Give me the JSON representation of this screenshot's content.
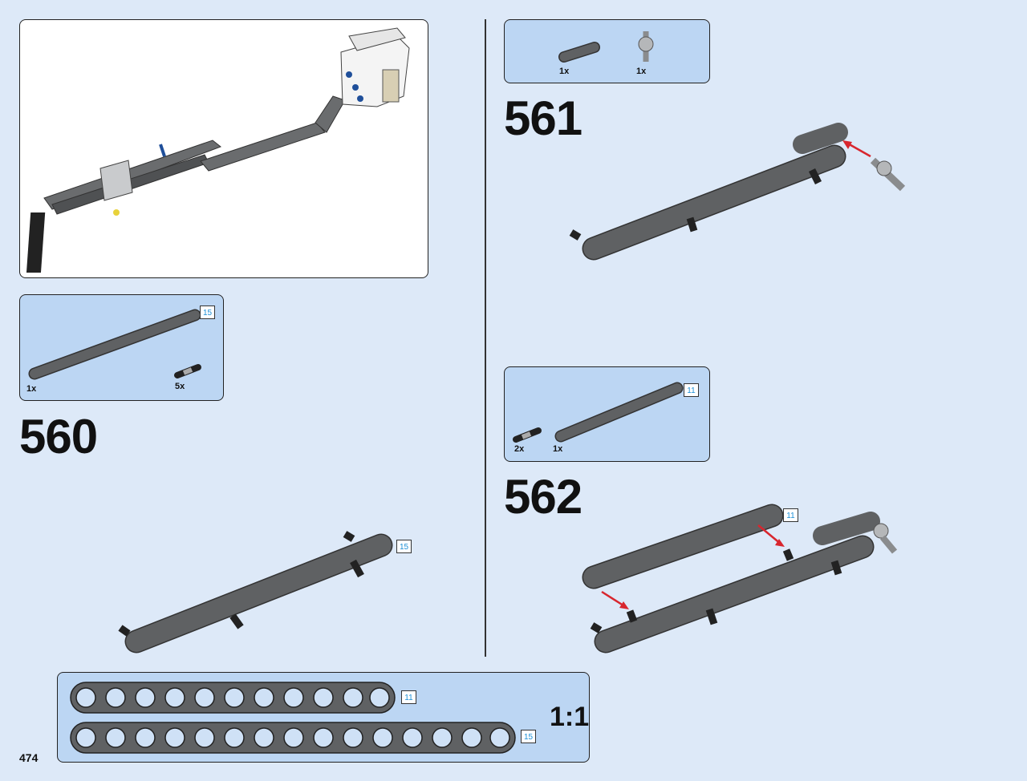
{
  "page": {
    "number": "474"
  },
  "steps": [
    {
      "number": "560",
      "parts": [
        {
          "qty": "1x"
        },
        {
          "qty": "5x"
        }
      ],
      "beam_length_callout": "15",
      "model_callout": "15"
    },
    {
      "number": "561",
      "parts": [
        {
          "qty": "1x"
        },
        {
          "qty": "1x"
        }
      ]
    },
    {
      "number": "562",
      "parts": [
        {
          "qty": "2x"
        },
        {
          "qty": "1x"
        }
      ],
      "beam_length_callout": "11",
      "model_callout": "11"
    }
  ],
  "scale_guide": {
    "label": "1:1",
    "beams": [
      {
        "length": "11"
      },
      {
        "length": "15"
      }
    ]
  },
  "colors": {
    "background": "#dde9f8",
    "parts_box": "#bcd6f3",
    "beam": "#5f6163",
    "callout_text": "#1b8fd6",
    "arrow": "#d8262e"
  }
}
